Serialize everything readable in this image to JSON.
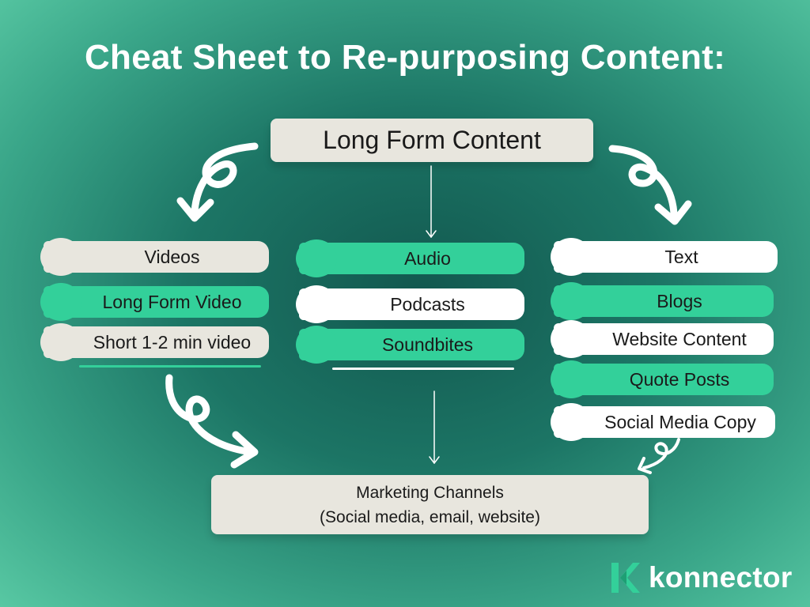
{
  "title": "Cheat Sheet to Re-purposing Content:",
  "source": "Long Form Content",
  "columns": {
    "video": {
      "header": "Videos",
      "items": [
        "Long Form Video",
        "Short 1-2 min video"
      ]
    },
    "audio": {
      "header": "Audio",
      "items": [
        "Podcasts",
        "Soundbites"
      ]
    },
    "text": {
      "header": "Text",
      "items": [
        "Blogs",
        "Website Content",
        "Quote Posts",
        "Social Media Copy"
      ]
    }
  },
  "destination": {
    "line1": "Marketing Channels",
    "line2": "(Social media, email, website)"
  },
  "brand": {
    "name": "konnector",
    "logo_icon": "k-arrow-logo-icon",
    "accent_color": "#33d09a"
  },
  "colors": {
    "beige": "#e8e6de",
    "green": "#33d09a",
    "white": "#ffffff"
  }
}
